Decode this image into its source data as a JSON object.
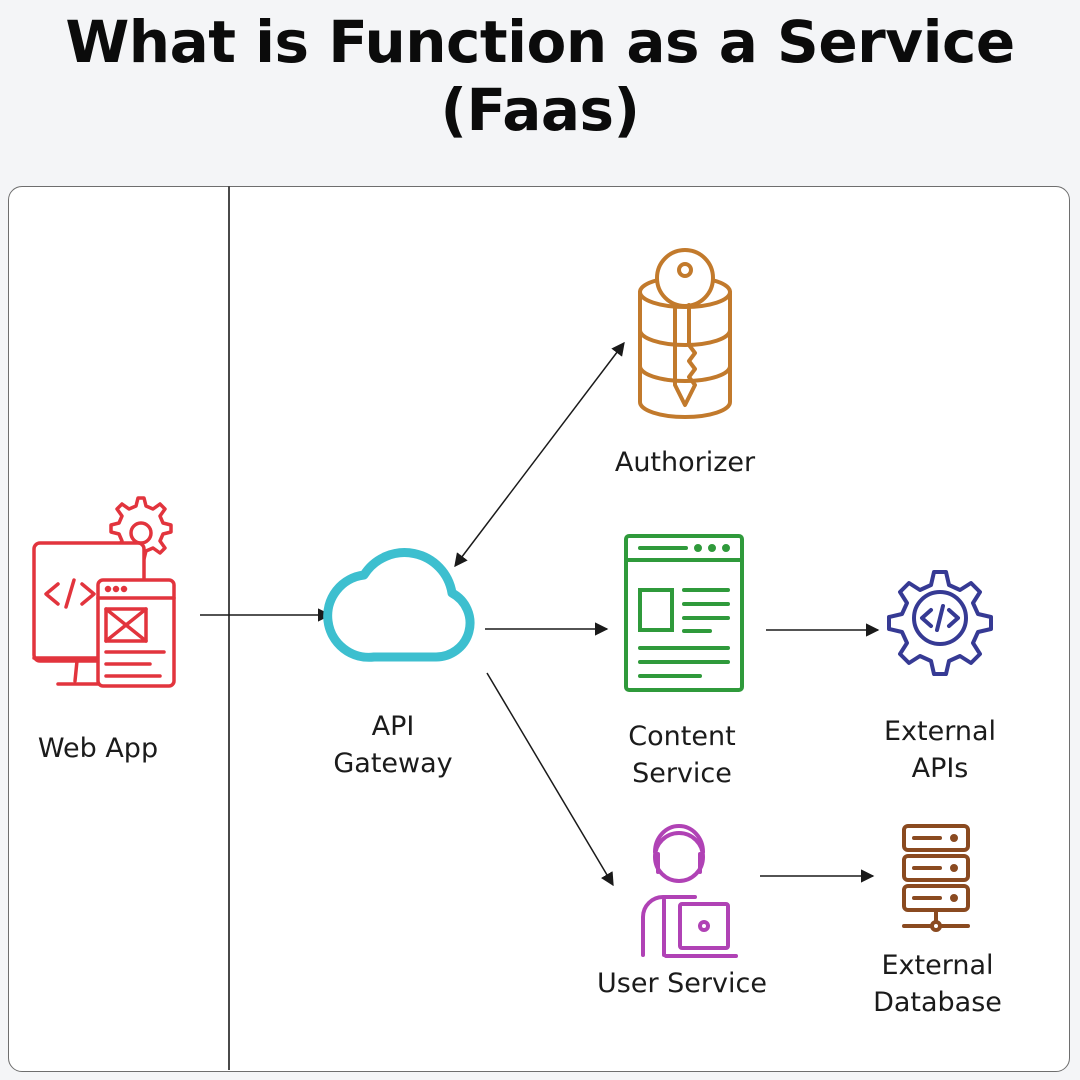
{
  "title": "What is Function as a Service (Faas)",
  "nodes": {
    "web_app": {
      "label": "Web App",
      "icon": "web-app-icon",
      "color": "#e2343d"
    },
    "api_gateway": {
      "label": "API\nGateway",
      "icon": "cloud-icon",
      "color": "#3dbfcf"
    },
    "authorizer": {
      "label": "Authorizer",
      "icon": "database-key-icon",
      "color": "#c27a2c"
    },
    "content_service": {
      "label": "Content\nService",
      "icon": "web-page-icon",
      "color": "#2f9a3b"
    },
    "user_service": {
      "label": "User Service",
      "icon": "user-laptop-icon",
      "color": "#b042b5"
    },
    "external_apis": {
      "label": "External\nAPIs",
      "icon": "code-gear-icon",
      "color": "#363a94"
    },
    "external_database": {
      "label": "External\nDatabase",
      "icon": "server-rack-icon",
      "color": "#8a4a20"
    }
  }
}
